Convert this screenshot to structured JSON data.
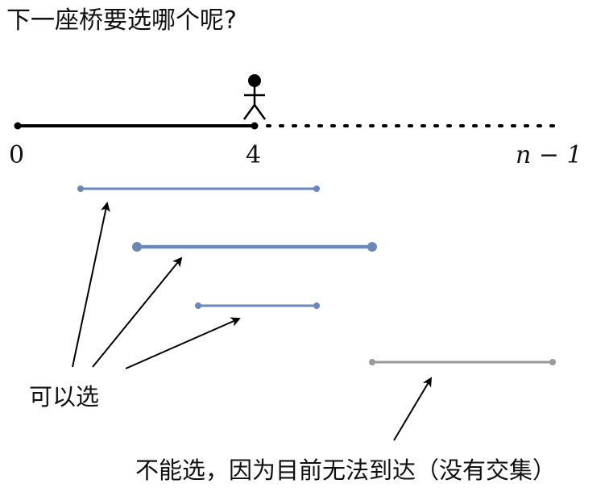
{
  "question": "下一座桥要选哪个呢?",
  "axis": {
    "start_label": "0",
    "current_label": "4",
    "end_label": "n − 1"
  },
  "notes": {
    "selectable": "可以选",
    "unreachable": "不能选，因为目前无法到达（没有交集）"
  },
  "colors": {
    "selectable_segment": "#6a87b8",
    "unreachable_segment": "#9a9a9a",
    "line": "#000000"
  },
  "icons": [
    "person-icon",
    "arrow-icon"
  ]
}
